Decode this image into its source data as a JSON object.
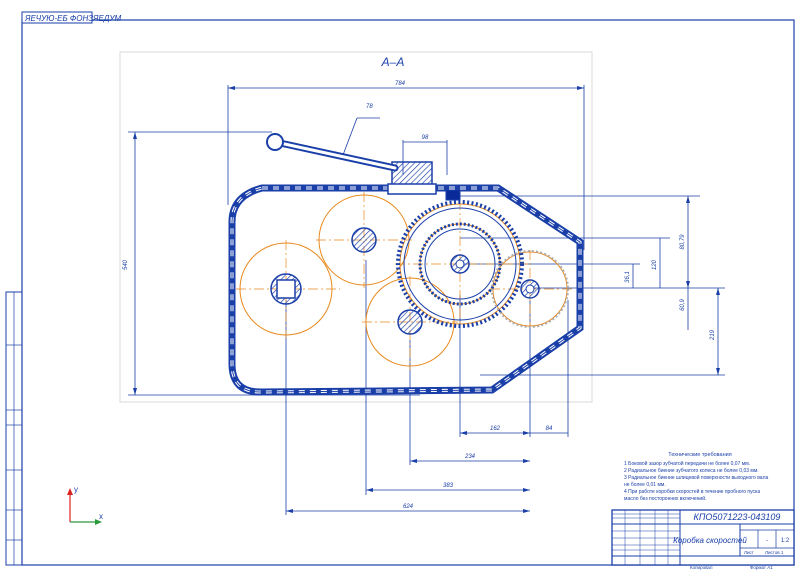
{
  "corner_stamp": "ЯЕЧУЮ-ЕБ ФОНЗЯЕДУМ",
  "section_label": "А–А",
  "dimensions": {
    "d_top_width": "784",
    "d_handle_arm": "78",
    "d_handle_off": "98",
    "d_left_height": "540",
    "d_right_a": "80,79",
    "d_right_b": "120",
    "d_right_c": "36,1",
    "d_right_d": "60,9",
    "d_right_e": "219",
    "d_bot_162": "162",
    "d_bot_84": "84",
    "d_bot_234": "234",
    "d_bot_383": "383",
    "d_bot_624": "624"
  },
  "tech_requirements": {
    "title": "Технические требования",
    "lines": [
      "1 Боковой зазор зубчатой передачи не более 0,07 мм.",
      "2 Радиальное биение зубчатого колеса не более 0,03 мм.",
      "3 Радиальное биение шлицевой поверхности выходного вала",
      "не более 0,01 мм.",
      "4 При работе коробки скоростей в течение пробного пуска",
      "масло без посторонних включений."
    ]
  },
  "title_block": {
    "doc_code": "КПО5071223-043109",
    "name": "Коробка скоростей",
    "mass": "-",
    "scale": "1:2",
    "sheet": "Лист",
    "sheets": "Листов 1",
    "bottom_a": "Копировал",
    "bottom_b": "Формат А1"
  },
  "axes": {
    "x": "x",
    "y": "y"
  },
  "colors": {
    "line": "#1a3fa8",
    "gear": "#e8891c",
    "fill": "#0a2a9a",
    "frame": "#2b4fb0"
  }
}
